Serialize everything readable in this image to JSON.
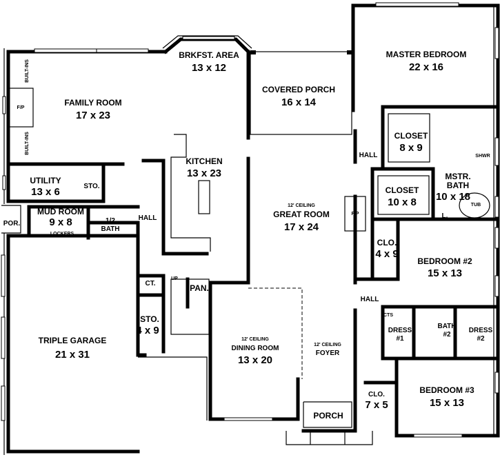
{
  "plan": {
    "family_room": {
      "name": "FAMILY ROOM",
      "dims": "17 x 23"
    },
    "breakfast": {
      "name": "BRKFST. AREA",
      "dims": "13 x 12"
    },
    "covered_porch": {
      "name": "COVERED PORCH",
      "dims": "16 x 14"
    },
    "master_bedroom": {
      "name": "MASTER BEDROOM",
      "dims": "22 x 16"
    },
    "kitchen": {
      "name": "KITCHEN",
      "dims": "13 x 23"
    },
    "utility": {
      "name": "UTILITY",
      "dims": "13 x 6"
    },
    "sto_utility": {
      "name": "STO."
    },
    "mud_room": {
      "name": "MUD ROOM",
      "dims": "9 x 8"
    },
    "por": {
      "name": "POR."
    },
    "hall_left": {
      "name": "HALL"
    },
    "half_bath": {
      "name_top": "1/2",
      "name_bottom": "BATH"
    },
    "lockers": {
      "name": "LOCKERS"
    },
    "built_ins": "BUILT-INS",
    "fireplace": "F/P",
    "great_room": {
      "ceiling": "12' CEILING",
      "name": "GREAT ROOM",
      "dims": "17 x 24"
    },
    "closet_master_1": {
      "name": "CLOSET",
      "dims": "8 x 9"
    },
    "hall_master": {
      "name": "HALL"
    },
    "closet_master_2": {
      "name": "CLOSET",
      "dims": "10 x 8"
    },
    "master_bath": {
      "name_top": "MSTR.",
      "name_bottom": "BATH",
      "dims": "10 x 18"
    },
    "shower": "SHWR",
    "tub": "TUB",
    "linen": "L.",
    "closet_bed2": {
      "name": "CLO.",
      "dims": "4 x 9"
    },
    "bedroom2": {
      "name": "BEDROOM #2",
      "dims": "15 x 13"
    },
    "hall_right": {
      "name": "HALL"
    },
    "cts": "CTS",
    "dress1": {
      "name": "DRESS",
      "num": "#1"
    },
    "bath2": {
      "name": "BATH",
      "num": "#2"
    },
    "dress2": {
      "name": "DRESS",
      "num": "#2"
    },
    "garage": {
      "name": "TRIPLE GARAGE",
      "dims": "21 x 31"
    },
    "ct": {
      "name": "CT."
    },
    "pan": {
      "name": "PAN."
    },
    "up": "UP",
    "sto_stair": {
      "name": "STO.",
      "dims": "4 x 9"
    },
    "dining": {
      "ceiling": "12' CEILING",
      "name": "DINING ROOM",
      "dims": "13 x 20"
    },
    "foyer": {
      "ceiling": "12' CEILING",
      "name": "FOYER"
    },
    "porch": {
      "name": "PORCH"
    },
    "closet_bed3": {
      "name": "CLO.",
      "dims": "7 x 5"
    },
    "bedroom3": {
      "name": "BEDROOM #3",
      "dims": "15 x 13"
    }
  }
}
